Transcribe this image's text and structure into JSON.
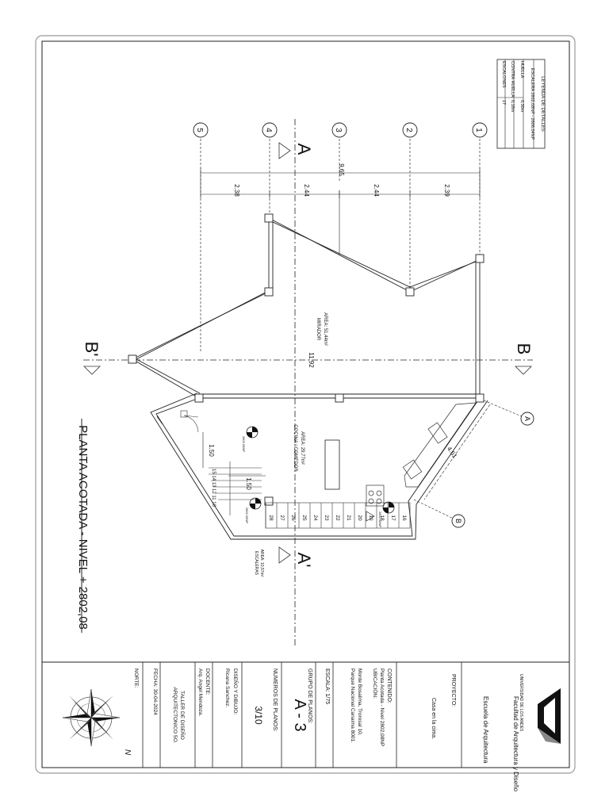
{
  "sheet_title": "PLANTA ACOTADA - NIVEL + 2802,08",
  "legend": {
    "title": "LEYENDA DE DETALLES",
    "subtitle": "ESCALERA 2802,08NP - 2806,04NP",
    "rows": [
      {
        "label": "HUELLA",
        "value": "0,30m"
      },
      {
        "label": "CONTRA HUELLA",
        "value": "0,18m"
      },
      {
        "label": "ESCALONES",
        "value": "17"
      }
    ]
  },
  "axes": [
    "1",
    "2",
    "3",
    "4",
    "5"
  ],
  "grid_dims": {
    "total": "9.65",
    "spans": [
      "2.39",
      "2.44",
      "2.44",
      "2.38"
    ]
  },
  "dim_main": "11.92",
  "dim_kitchen": "4.61",
  "dim_150a": "1.50",
  "dim_150b": "1.50",
  "sections": {
    "a": "A",
    "a_prime": "A'",
    "b": "B",
    "b_prime": "B'"
  },
  "axis_letters": [
    "A",
    "B"
  ],
  "rooms": [
    {
      "name": "MIRADOR",
      "area": "AREA: 51,44m²"
    },
    {
      "name": "COCINA / COMEDOR",
      "area": "AREA: 29,77m²"
    },
    {
      "name": "ESCALERAS",
      "area": "AREA: 10,57m²"
    }
  ],
  "stairs": [
    "16",
    "17",
    "18",
    "19",
    "20",
    "21",
    "22",
    "23",
    "24",
    "25",
    "26",
    "27",
    "28"
  ],
  "level_marks": [
    "2802.08NP",
    "2802.08NP",
    "2802.08NP"
  ],
  "title_block": {
    "university": "UNIVERSIDAD DE LOS ANDES",
    "faculty": "Facultad de Arquitectura y Diseño",
    "school": "Escuela de Arquitectura",
    "proyecto_label": "PROYECTO:",
    "proyecto_value": "Casa en la cima.",
    "contenido_label": "CONTENIDO:",
    "contenido_value": "Planta Acotada - Nivel 2802,08NP",
    "ubicacion_label": "UBICACIÓN:",
    "ubicacion_value1": "Monte Bosalima, Trorosal 10,",
    "ubicacion_value2": "Parque Nacional Canaima 8001.",
    "escala_label": "ESCALA: 1/75",
    "grupo_label": "GRUPO DE PLANOS:",
    "grupo_value": "A - 3",
    "numero_label": "NUMEROS DE PLANOS:",
    "numero_value": "3/10",
    "diseno_label": "DISEÑO Y DIBUJO:",
    "diseno_value": "Ricana Sanchez.",
    "docente_label": "DOCENTE:",
    "docente_value": "Arq. Angel Mendoza.",
    "taller_line1": "TALLER DE DISEÑO",
    "taller_line2": "ARQUITECTONICO 5O.",
    "fecha_label": "FECHA: 30-04-2024",
    "norte_label": "NORTE:",
    "compass_n": "N"
  }
}
